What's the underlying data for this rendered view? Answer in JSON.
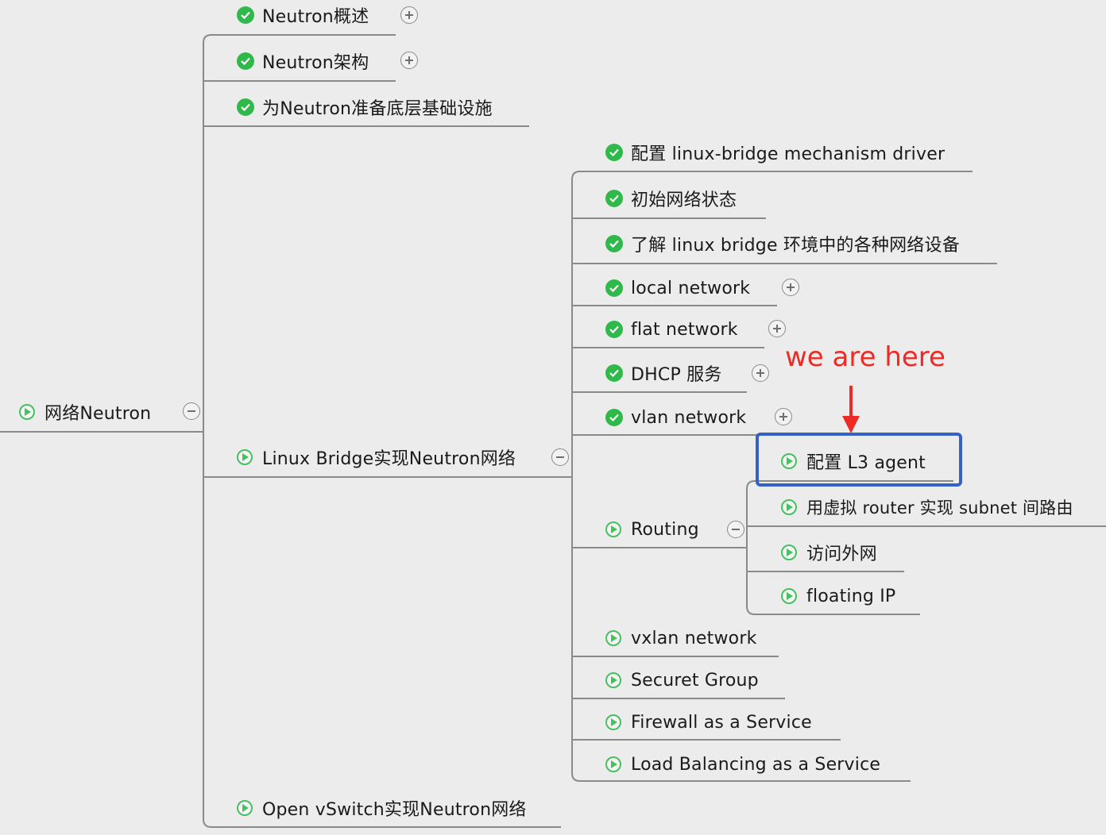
{
  "root": {
    "label": "网络Neutron",
    "icon": "play-icon",
    "toggle": "collapse"
  },
  "level1": [
    {
      "label": "Neutron概述",
      "icon": "check-icon",
      "toggle": "expand"
    },
    {
      "label": "Neutron架构",
      "icon": "check-icon",
      "toggle": "expand"
    },
    {
      "label": "为Neutron准备底层基础设施",
      "icon": "check-icon"
    },
    {
      "label": "Linux Bridge实现Neutron网络",
      "icon": "play-icon",
      "toggle": "collapse"
    },
    {
      "label": "Open vSwitch实现Neutron网络",
      "icon": "play-icon"
    }
  ],
  "linux_bridge_children": [
    {
      "label": "配置 linux-bridge mechanism driver",
      "icon": "check-icon"
    },
    {
      "label": "初始网络状态",
      "icon": "check-icon"
    },
    {
      "label": "了解 linux bridge 环境中的各种网络设备",
      "icon": "check-icon"
    },
    {
      "label": "local network",
      "icon": "check-icon",
      "toggle": "expand"
    },
    {
      "label": "flat network",
      "icon": "check-icon",
      "toggle": "expand"
    },
    {
      "label": "DHCP 服务",
      "icon": "check-icon",
      "toggle": "expand"
    },
    {
      "label": "vlan network",
      "icon": "check-icon",
      "toggle": "expand"
    },
    {
      "label": "Routing",
      "icon": "play-icon",
      "toggle": "collapse"
    },
    {
      "label": "vxlan network",
      "icon": "play-icon"
    },
    {
      "label": "Securet Group",
      "icon": "play-icon"
    },
    {
      "label": "Firewall as a Service",
      "icon": "play-icon"
    },
    {
      "label": "Load Balancing as a Service",
      "icon": "play-icon"
    }
  ],
  "routing_children": [
    {
      "label": "配置 L3 agent",
      "icon": "play-icon"
    },
    {
      "label": "用虚拟 router 实现 subnet 间路由",
      "icon": "play-icon"
    },
    {
      "label": "访问外网",
      "icon": "play-icon"
    },
    {
      "label": "floating IP",
      "icon": "play-icon"
    }
  ],
  "annotation": {
    "text": "we are here",
    "color": "#ee2a24",
    "highlight_color": "#3461c4"
  },
  "colors": {
    "check": "#2fb94a",
    "play": "#46c060",
    "line": "#8a8a8a",
    "background": "#ececec"
  }
}
